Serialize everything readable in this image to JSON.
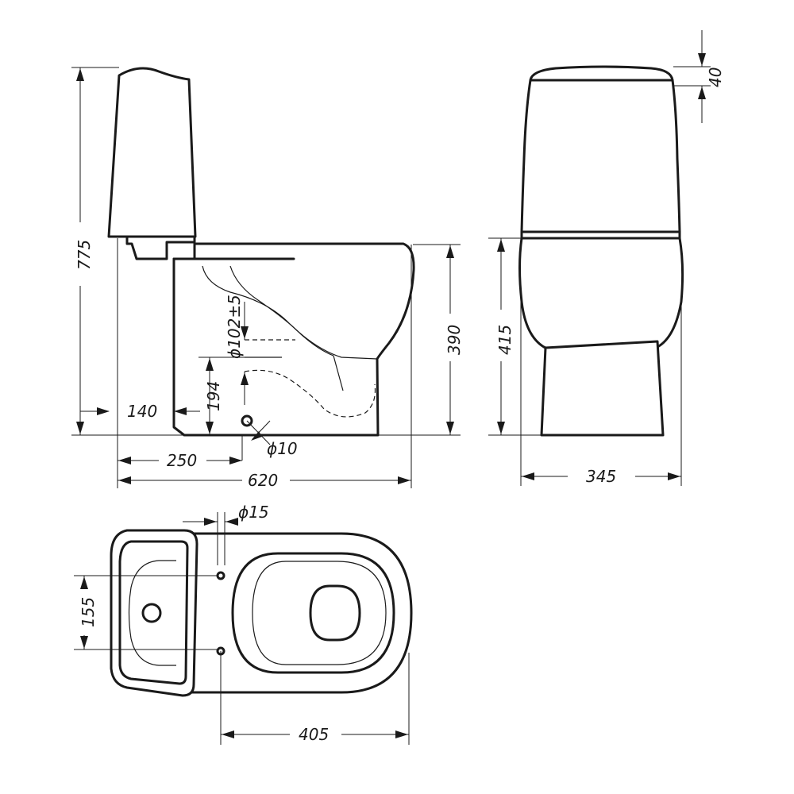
{
  "dimensions": {
    "total_height": "775",
    "bowl_height_side": "390",
    "bowl_height_front": "415",
    "lid_height": "40",
    "front_width": "345",
    "base_offset": "140",
    "outlet_height": "194",
    "outlet_diameter": "ϕ102±5",
    "fixing_hole_diameter": "ϕ10",
    "outlet_distance": "250",
    "total_length": "620",
    "tank_hole_diameter": "ϕ15",
    "hole_spacing": "155",
    "bowl_length": "405"
  },
  "colors": {
    "line": "#1a1a1a",
    "background": "#ffffff"
  }
}
